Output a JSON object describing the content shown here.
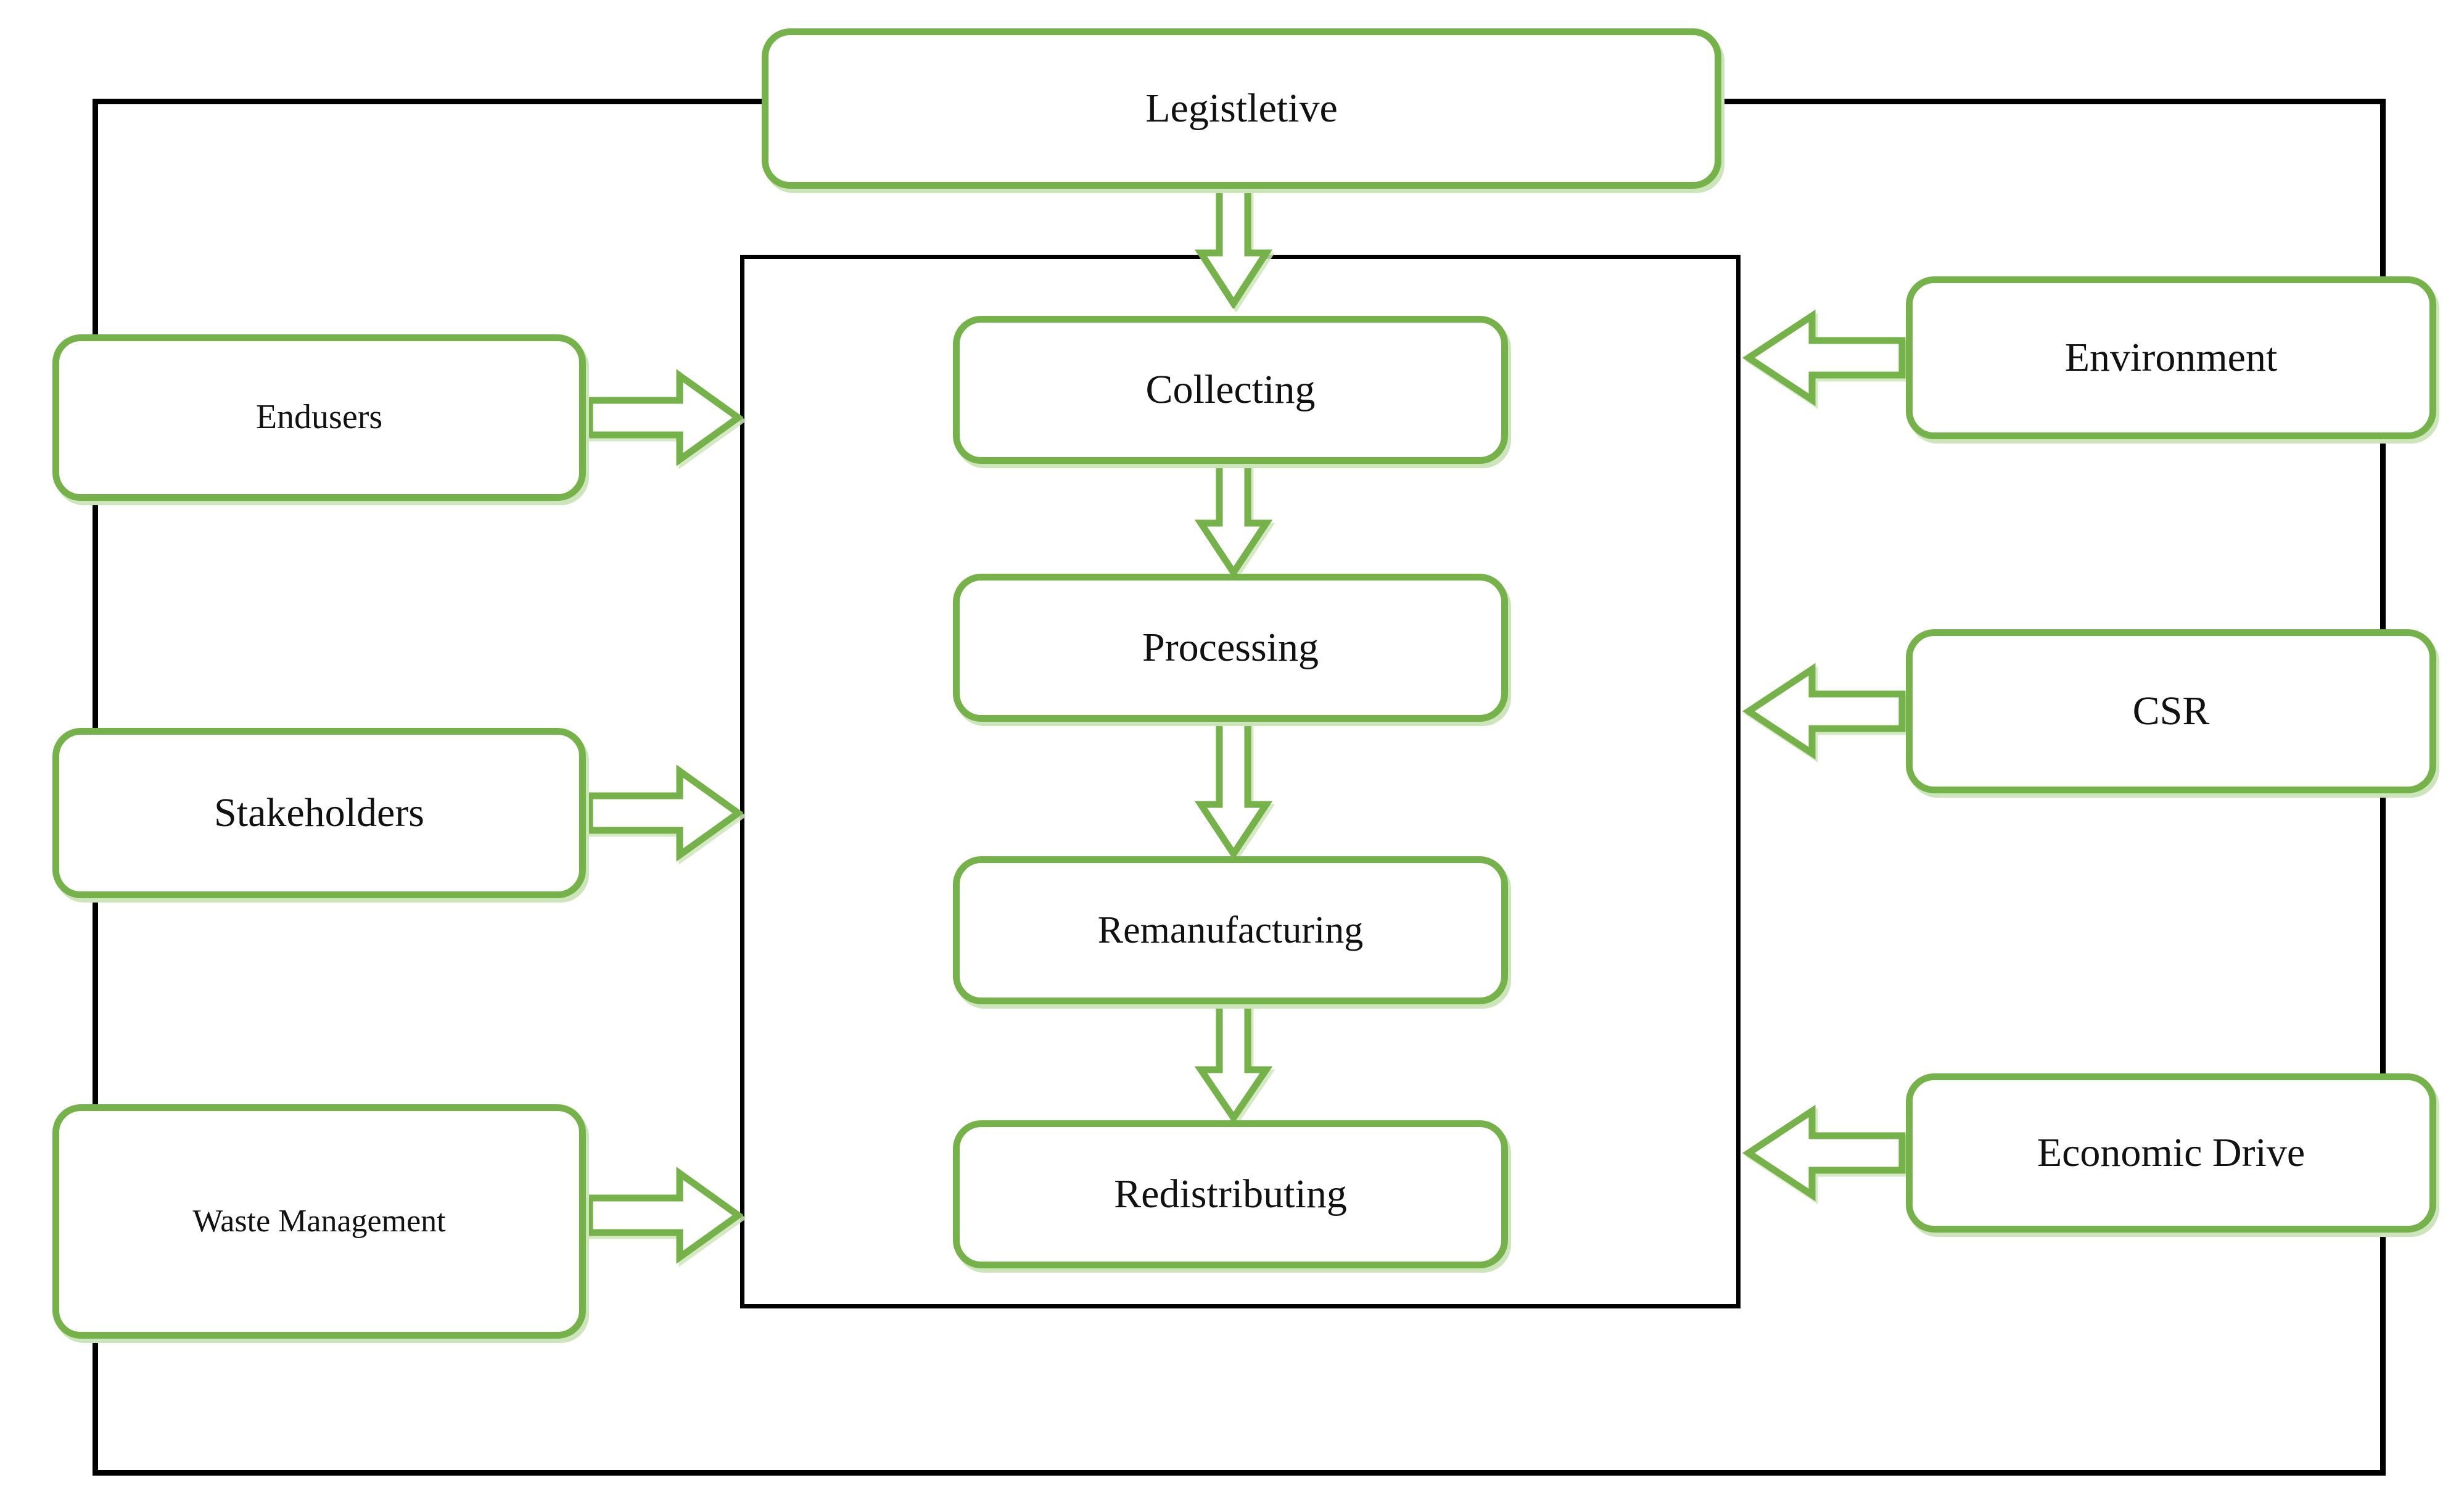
{
  "diagram": {
    "top_box": {
      "label": "Legistletive"
    },
    "left_boxes": [
      {
        "label": "Endusers"
      },
      {
        "label": "Stakeholders"
      },
      {
        "label": "Waste Management"
      }
    ],
    "process_boxes": [
      {
        "label": "Collecting"
      },
      {
        "label": "Processing"
      },
      {
        "label": "Remanufacturing"
      },
      {
        "label": "Redistributing"
      }
    ],
    "right_boxes": [
      {
        "label": "Environment"
      },
      {
        "label": "CSR"
      },
      {
        "label": "Economic Drive"
      }
    ],
    "colors": {
      "accent_green": "#76b24a",
      "accent_green_light": "#cde5ba",
      "frame_black": "#000000",
      "text": "#111111",
      "background": "#ffffff"
    }
  }
}
